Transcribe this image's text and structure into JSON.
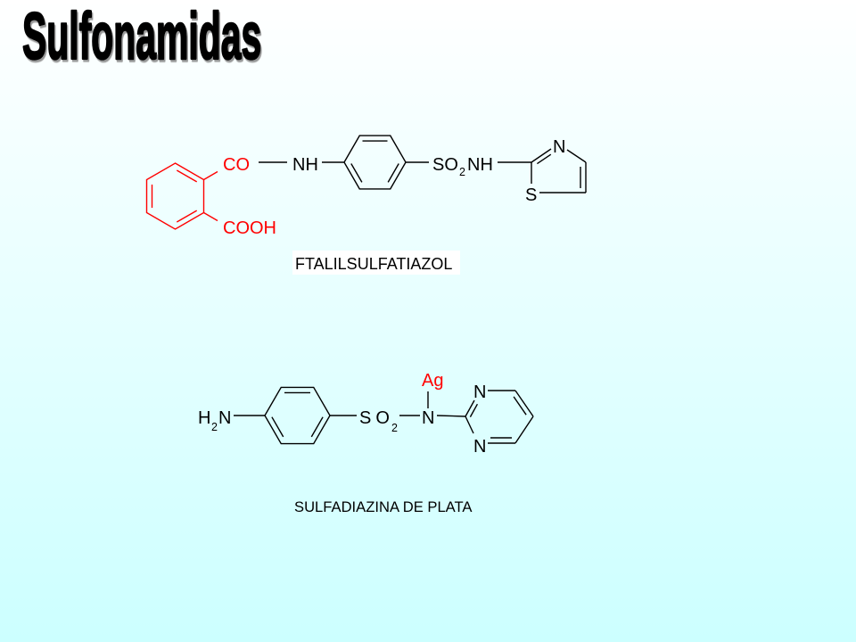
{
  "slide": {
    "title": "Sulfonamidas"
  },
  "colors": {
    "background_top": "#ffffff",
    "background_bottom": "#ccffff",
    "highlight": "#ff0000",
    "ink": "#000000",
    "label_box": "#ffffff"
  },
  "ftalilsulfatiazol": {
    "name": "FTALILSULFATIAZOL",
    "labels": {
      "carbonyl": "CO",
      "carboxyl": "COOH",
      "amide_nh": "NH",
      "sulfonyl": "SO",
      "sulfonyl_subscript": "2",
      "sulfonamide_nh": "NH",
      "thiazole_n": "N",
      "thiazole_s": "S"
    }
  },
  "sulfadiazina_de_plata": {
    "name": "SULFADIAZINA DE PLATA",
    "labels": {
      "amine_h": "H",
      "amine_subscript": "2",
      "amine_n": "N",
      "sulfonyl": "SO",
      "sulfonyl_subscript": "2",
      "sulfonamide_n": "N",
      "silver": "Ag",
      "pyrimidine_n1": "N",
      "pyrimidine_n3": "N"
    }
  }
}
